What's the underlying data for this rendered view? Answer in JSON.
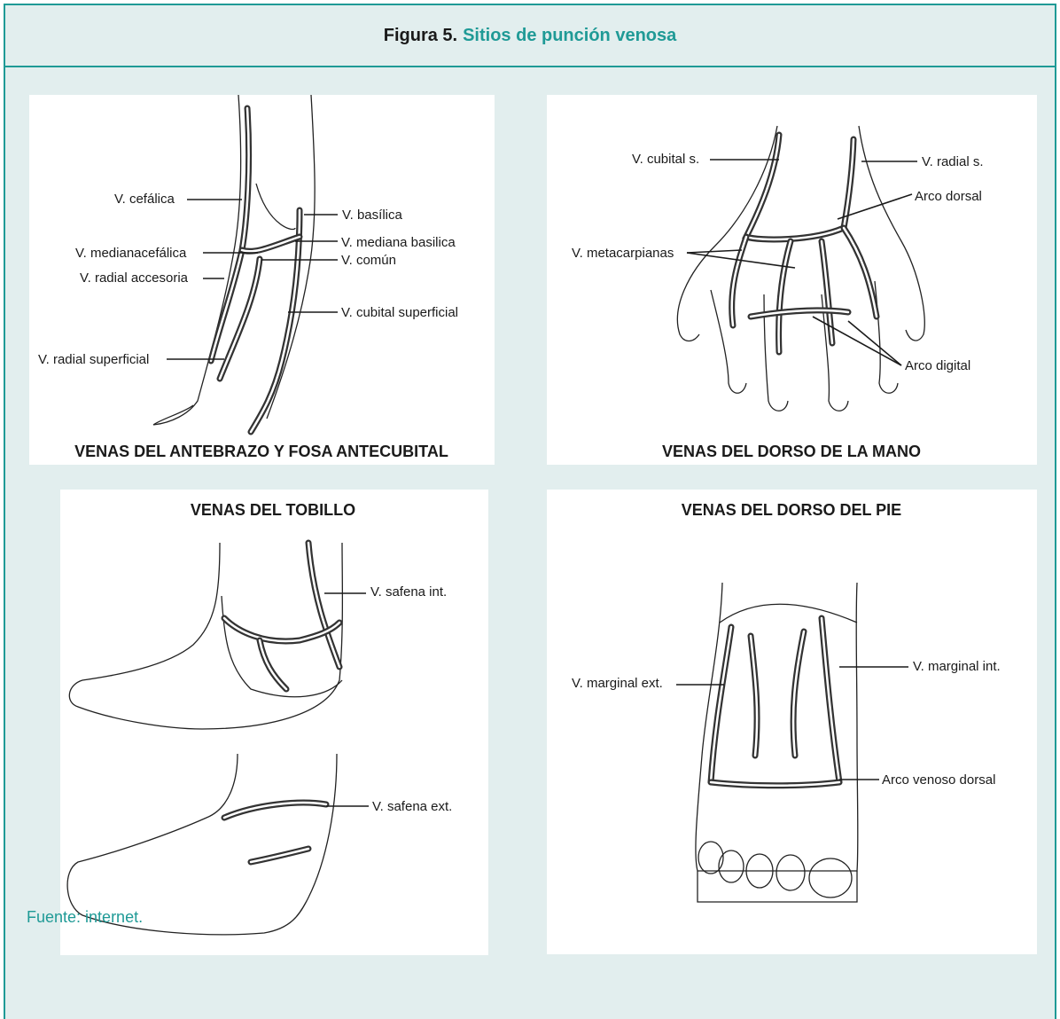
{
  "figure": {
    "number": "Figura 5.",
    "title": "Sitios de punción venosa",
    "source": "Fuente: internet."
  },
  "panels": {
    "forearm": {
      "caption": "VENAS DEL ANTEBRAZO Y FOSA ANTECUBITAL",
      "labels": [
        "V. cefálica",
        "V. basílica",
        "V. mediana basilica",
        "V. medianacefálica",
        "V. común",
        "V. radial accesoria",
        "V. cubital superficial",
        "V. radial superficial"
      ]
    },
    "hand": {
      "caption": "VENAS DEL DORSO DE LA MANO",
      "labels": [
        "V. cubital s.",
        "V. radial s.",
        "Arco dorsal",
        "V. metacarpianas",
        "Arco digital"
      ]
    },
    "ankle": {
      "caption": "VENAS DEL TOBILLO",
      "labels": [
        "V. safena int.",
        "V. safena ext."
      ]
    },
    "foot": {
      "caption": "VENAS DEL DORSO DEL PIE",
      "labels": [
        "V. marginal int.",
        "V. marginal ext.",
        "Arco venoso dorsal"
      ]
    }
  }
}
